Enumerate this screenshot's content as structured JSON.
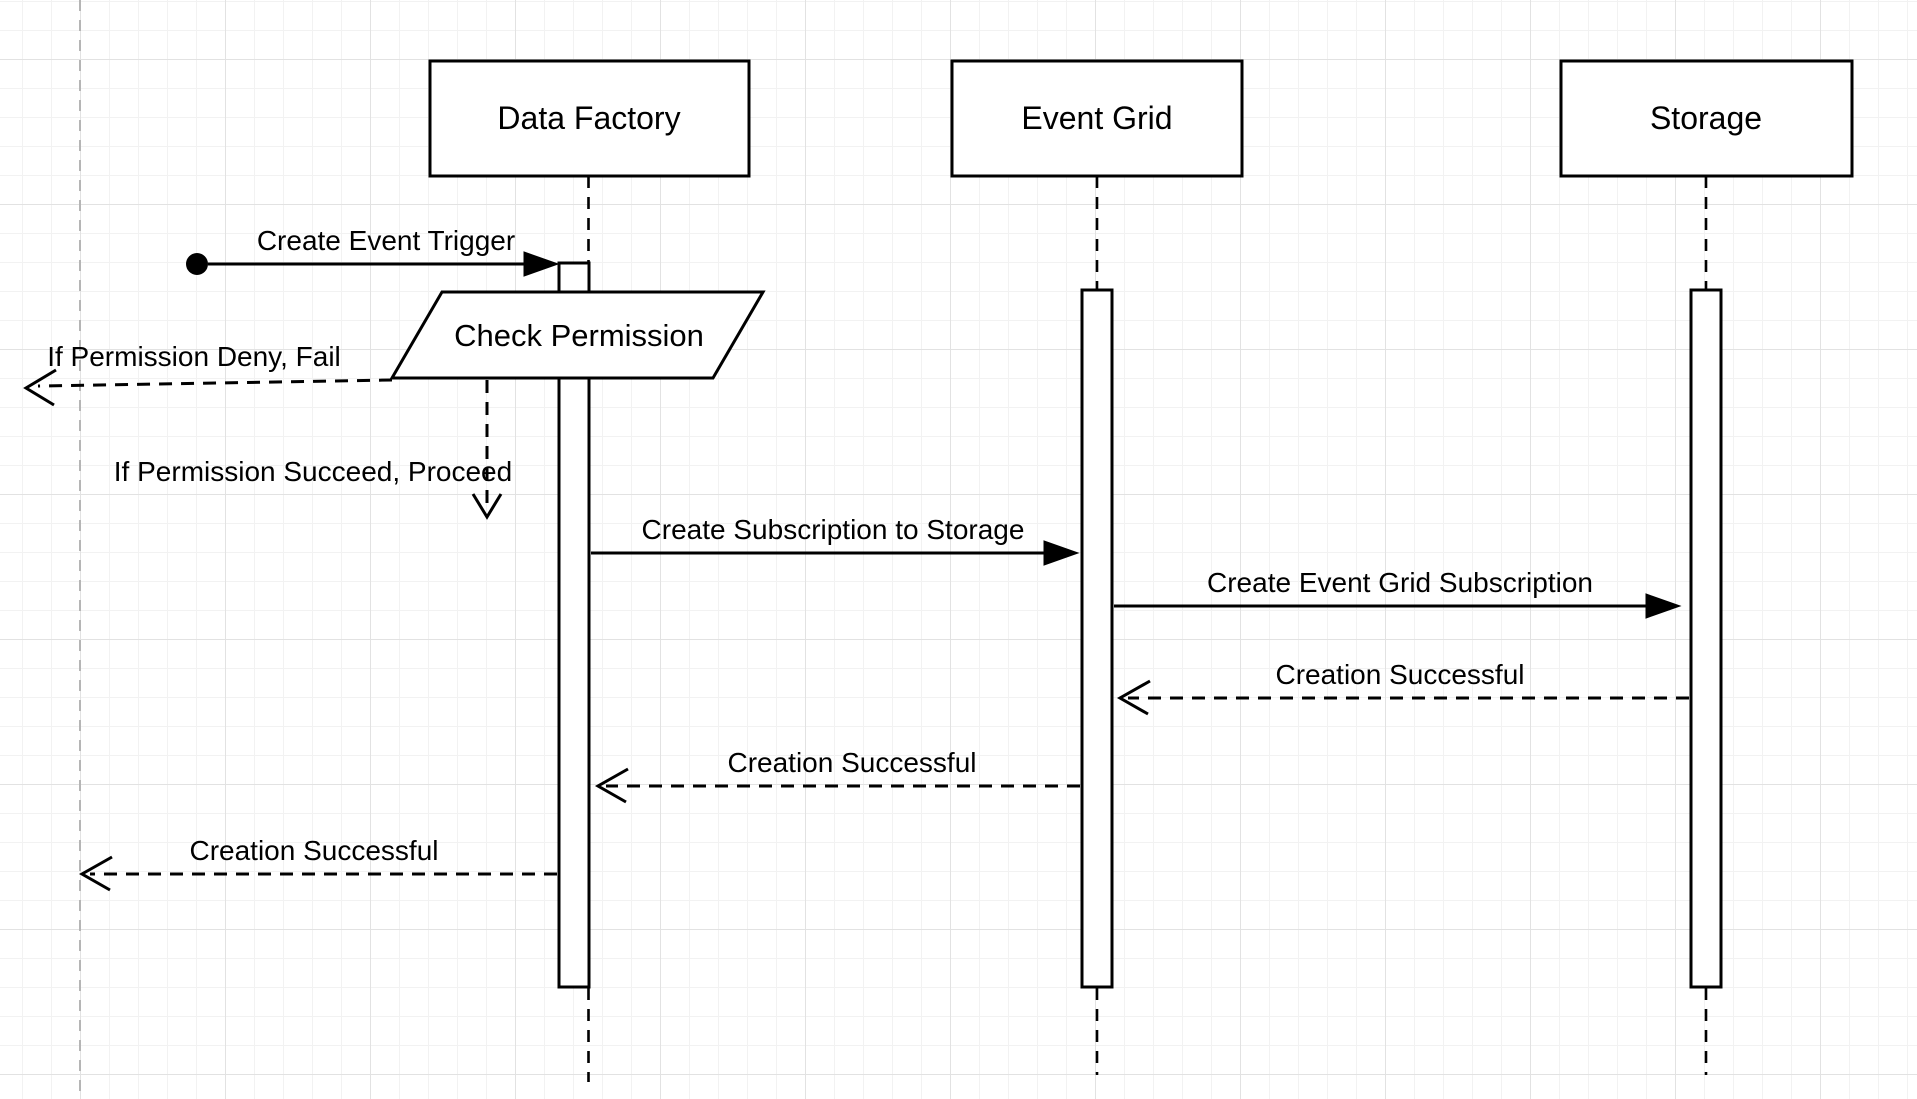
{
  "canvas": {
    "background": "#ffffff",
    "grid_minor_color": "#f2f2f2",
    "grid_major_color": "#e2e2e2",
    "page_boundary_color": "#b5b5b5",
    "diagram_stroke_color": "#000000"
  },
  "actors": [
    {
      "label": "Data Factory"
    },
    {
      "label": "Event Grid"
    },
    {
      "label": "Storage"
    }
  ],
  "shapes": {
    "check_permission": {
      "label": "Check Permission"
    }
  },
  "messages": [
    {
      "label": "Create Event Trigger",
      "type": "solid",
      "from": "start",
      "to": "Data Factory"
    },
    {
      "label": "If Permission Deny, Fail",
      "type": "dashed",
      "from": "Check Permission",
      "to": "left-boundary"
    },
    {
      "label": "If Permission Succeed, Proceed",
      "type": "dashed",
      "from": "Check Permission",
      "to": "Data Factory"
    },
    {
      "label": "Create Subscription to Storage",
      "type": "solid",
      "from": "Data Factory",
      "to": "Event Grid"
    },
    {
      "label": "Create Event Grid Subscription",
      "type": "solid",
      "from": "Event Grid",
      "to": "Storage"
    },
    {
      "label": "Creation Successful",
      "type": "dashed",
      "from": "Storage",
      "to": "Event Grid"
    },
    {
      "label": "Creation Successful",
      "type": "dashed",
      "from": "Event Grid",
      "to": "Data Factory"
    },
    {
      "label": "Creation Successful",
      "type": "dashed",
      "from": "Data Factory",
      "to": "left-boundary"
    }
  ]
}
